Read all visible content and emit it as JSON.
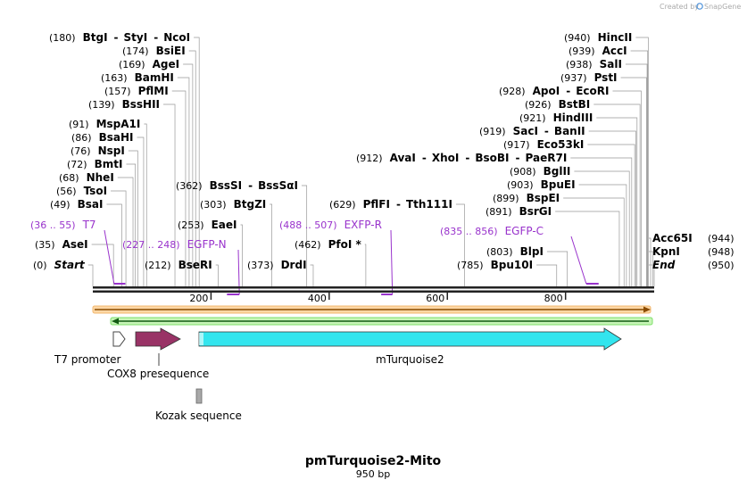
{
  "credit": {
    "prefix": "Created by",
    "brand": "SnapGene"
  },
  "title": "pmTurquoise2-Mito",
  "subtitle": "950 bp",
  "sequence_length": 950,
  "colors": {
    "enzyme_text": "#000000",
    "primer": "#9933cc",
    "backbone": "#222222",
    "orange_track": "#e07b00",
    "green_track": "#33cc33",
    "cox8": "#993366",
    "mturquoise": "#33e5ee",
    "kozak": "#a8a8a8"
  },
  "enzymes": [
    {
      "pos": "(180)",
      "name": "BtgI",
      "group": [
        "StyI",
        "NcoI"
      ],
      "cut": 180
    },
    {
      "pos": "(174)",
      "name": "BsiEI",
      "cut": 174
    },
    {
      "pos": "(169)",
      "name": "AgeI",
      "cut": 169
    },
    {
      "pos": "(163)",
      "name": "BamHI",
      "cut": 163
    },
    {
      "pos": "(157)",
      "name": "PflMI",
      "cut": 157
    },
    {
      "pos": "(139)",
      "name": "BssHII",
      "cut": 139
    },
    {
      "pos": "(91)",
      "name": "MspA1I",
      "cut": 91
    },
    {
      "pos": "(86)",
      "name": "BsaHI",
      "cut": 86
    },
    {
      "pos": "(76)",
      "name": "NspI",
      "cut": 76
    },
    {
      "pos": "(72)",
      "name": "BmtI",
      "cut": 72
    },
    {
      "pos": "(68)",
      "name": "NheI",
      "cut": 68
    },
    {
      "pos": "(56)",
      "name": "TsoI",
      "cut": 56
    },
    {
      "pos": "(49)",
      "name": "BsaI",
      "cut": 49
    },
    {
      "pos": "(35)",
      "name": "AseI",
      "cut": 35
    },
    {
      "pos": "(0)",
      "name": "Start",
      "italic": true,
      "cut": 0
    },
    {
      "pos": "(362)",
      "name": "BssSI",
      "group": [
        "BssSαI"
      ],
      "cut": 362
    },
    {
      "pos": "(303)",
      "name": "BtgZI",
      "cut": 303
    },
    {
      "pos": "(253)",
      "name": "EaeI",
      "cut": 253
    },
    {
      "pos": "(212)",
      "name": "BseRI",
      "cut": 212
    },
    {
      "pos": "(373)",
      "name": "DrdI",
      "cut": 373
    },
    {
      "pos": "(462)",
      "name": "PfoI *",
      "cut": 462
    },
    {
      "pos": "(629)",
      "name": "PflFI",
      "group": [
        "Tth111I"
      ],
      "cut": 629
    },
    {
      "pos": "(785)",
      "name": "Bpu10I",
      "cut": 785
    },
    {
      "pos": "(803)",
      "name": "BlpI",
      "cut": 803
    },
    {
      "pos": "(891)",
      "name": "BsrGI",
      "cut": 891
    },
    {
      "pos": "(899)",
      "name": "BspEI",
      "cut": 899
    },
    {
      "pos": "(903)",
      "name": "BpuEI",
      "cut": 903
    },
    {
      "pos": "(908)",
      "name": "BglII",
      "cut": 908
    },
    {
      "pos": "(912)",
      "name": "AvaI",
      "group": [
        "XhoI",
        "BsoBI",
        "PaeR7I"
      ],
      "cut": 912
    },
    {
      "pos": "(917)",
      "name": "Eco53kI",
      "cut": 917
    },
    {
      "pos": "(919)",
      "name": "SacI",
      "group": [
        "BanII"
      ],
      "cut": 919
    },
    {
      "pos": "(921)",
      "name": "HindIII",
      "cut": 921
    },
    {
      "pos": "(926)",
      "name": "BstBI",
      "cut": 926
    },
    {
      "pos": "(928)",
      "name": "ApoI",
      "group": [
        "EcoRI"
      ],
      "cut": 928
    },
    {
      "pos": "(937)",
      "name": "PstI",
      "cut": 937
    },
    {
      "pos": "(938)",
      "name": "SalI",
      "cut": 938
    },
    {
      "pos": "(939)",
      "name": "AccI",
      "cut": 939
    },
    {
      "pos": "(940)",
      "name": "HincII",
      "cut": 940
    },
    {
      "pos": "(944)",
      "name": "Acc65I",
      "cut": 944
    },
    {
      "pos": "(948)",
      "name": "KpnI",
      "cut": 948
    },
    {
      "pos": "(950)",
      "name": "End",
      "italic": true,
      "cut": 950
    }
  ],
  "primers": [
    {
      "range": "(36 .. 55)",
      "name": "T7",
      "start": 36,
      "end": 55
    },
    {
      "range": "(227 .. 248)",
      "name": "EGFP-N",
      "start": 227,
      "end": 248
    },
    {
      "range": "(488 .. 507)",
      "name": "EXFP-R",
      "start": 488,
      "end": 507
    },
    {
      "range": "(835 .. 856)",
      "name": "EGFP-C",
      "start": 835,
      "end": 856
    }
  ],
  "ruler": {
    "ticks": [
      200,
      400,
      600,
      800
    ]
  },
  "features": [
    {
      "name": "T7 promoter",
      "start": 36,
      "end": 55
    },
    {
      "name": "COX8 presequence",
      "start": 74,
      "end": 150
    },
    {
      "name": "mTurquoise2",
      "start": 181,
      "end": 897
    },
    {
      "name": "Kozak sequence",
      "start": 178,
      "end": 187
    }
  ]
}
